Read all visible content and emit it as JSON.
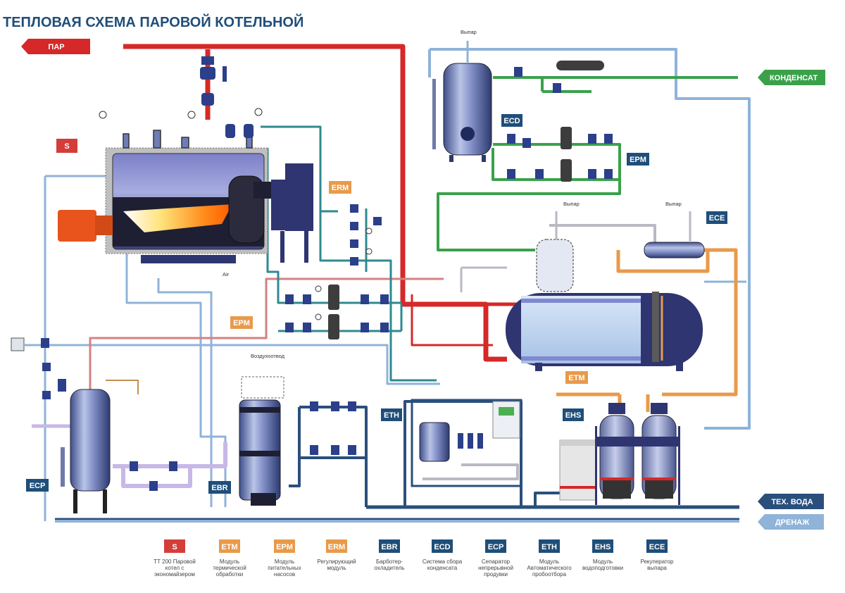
{
  "title": "ТЕПЛОВАЯ СХЕМА ПАРОВОЙ КОТЕЛЬНОЙ",
  "colors": {
    "steam": "#d62828",
    "condensate": "#3aa14b",
    "tech_water": "#2a4f7c",
    "drain": "#8fb3d9",
    "feed": "#e89a4a",
    "tag_blue": "#1f4e79",
    "tag_red": "#d43d3a",
    "tag_orange": "#e89a4a"
  },
  "arrows": {
    "steam": "ПАР",
    "condensate": "КОНДЕНСАТ",
    "tech_water": "ТЕХ. ВОДА",
    "drain": "ДРЕНАЖ"
  },
  "labels": {
    "vent": "Выпар",
    "air": "Air",
    "air_vent": "Воздухоотвод"
  },
  "tags": {
    "S": "S",
    "ERM": "ERM",
    "EPM": "EPM",
    "ETM": "ETM",
    "ECD": "ECD",
    "ECE": "ECE",
    "ECP": "ECP",
    "EBR": "EBR",
    "ETH": "ETH",
    "EHS": "EHS"
  },
  "legend": [
    {
      "code": "S",
      "color": "red",
      "text": "ТТ 200 Паровой котел с экономайзером"
    },
    {
      "code": "ETM",
      "color": "orange",
      "text": "Модуль термической обработки"
    },
    {
      "code": "EPM",
      "color": "orange",
      "text": "Модуль питательных насосов"
    },
    {
      "code": "ERM",
      "color": "orange",
      "text": "Регулирующий модуль"
    },
    {
      "code": "EBR",
      "color": "blue",
      "text": "Барботер-охладитель"
    },
    {
      "code": "ECD",
      "color": "blue",
      "text": "Система сбора конденсата"
    },
    {
      "code": "ECP",
      "color": "blue",
      "text": "Сепаратор непрерывной продувки"
    },
    {
      "code": "ETH",
      "color": "blue",
      "text": "Модуль Автоматического пробоотбора"
    },
    {
      "code": "EHS",
      "color": "blue",
      "text": "Модуль водоподготовки"
    },
    {
      "code": "ECE",
      "color": "blue",
      "text": "Рекуператор выпара"
    }
  ]
}
